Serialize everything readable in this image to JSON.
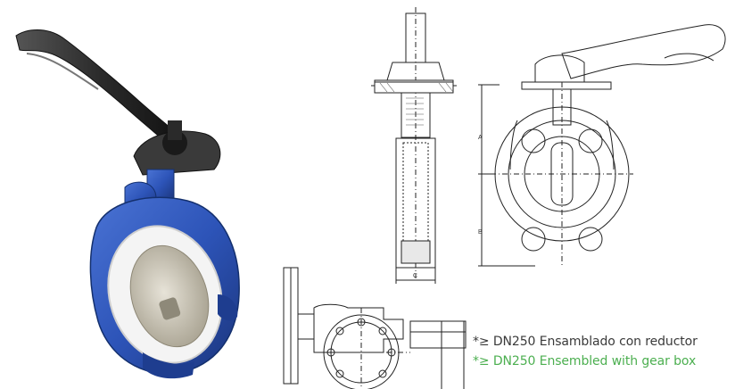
{
  "dimension_labels": {
    "a": "A",
    "b": "B",
    "c": "C"
  },
  "notes": {
    "spanish": "*≥ DN250 Ensamblado con reductor",
    "english": "*≥ DN250  Ensembled with gear box"
  },
  "colors": {
    "valve_body": "#2d54b8",
    "handle": "#2b2b2b",
    "liner": "#f2f2f2",
    "disc": "#c8c3b4",
    "english_note": "#4caf50",
    "spanish_note": "#3a3a3a"
  }
}
